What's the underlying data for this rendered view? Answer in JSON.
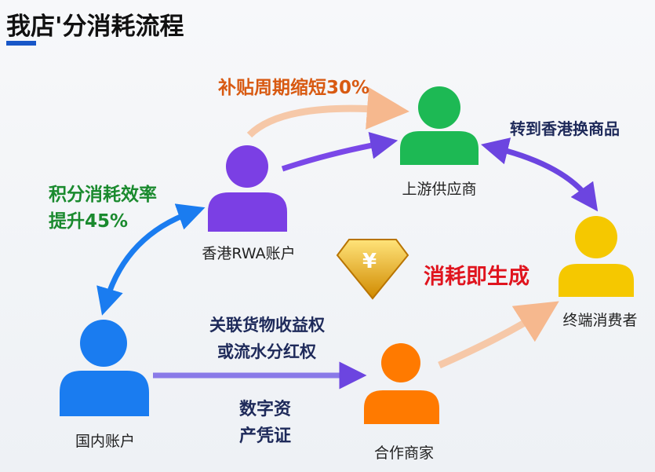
{
  "title": "我店'分消耗流程",
  "nodes": {
    "hk": "香港RWA账户",
    "supplier": "上游供应商",
    "consumer": "终端消费者",
    "domestic": "国内账户",
    "merchant": "合作商家"
  },
  "annotations": {
    "subsidy": "补贴周期缩短30%",
    "exchange": "转到香港换商品",
    "efficiency_1": "积分消耗效率",
    "efficiency_2": "提升45%",
    "generate": "消耗即生成",
    "rights_1": "关联货物收益权",
    "rights_2": "或流水分红权",
    "asset_1": "数字资",
    "asset_2": "产凭证"
  },
  "diamond_symbol": "¥",
  "colors": {
    "purple": "#7b3fe4",
    "green": "#1db954",
    "yellow": "#f5c800",
    "blue": "#1a7cf0",
    "orange": "#ff7a00",
    "title_bar": "#1857c8"
  }
}
